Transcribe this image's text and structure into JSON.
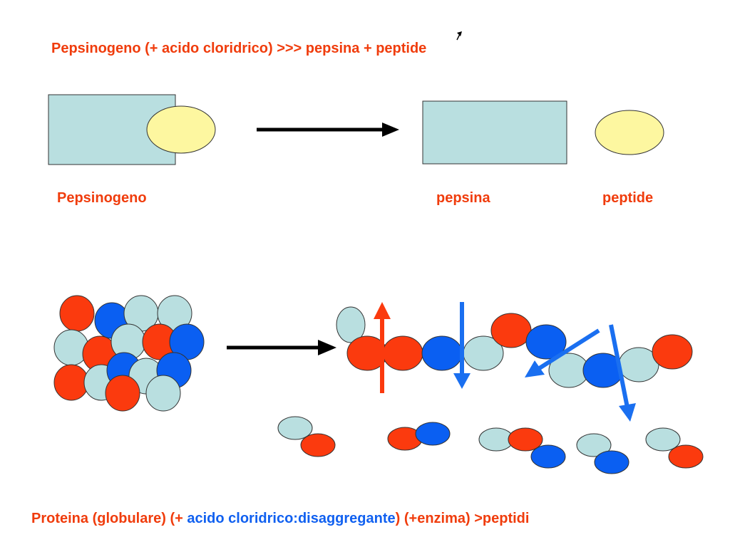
{
  "top_equation": {
    "reactant": "Pepsinogeno",
    "acid_clause": "(+ acido cloridrico)",
    "arrow": ">>>",
    "product_1": "pepsina",
    "plus": "+",
    "product_2": "peptide"
  },
  "labels": {
    "pepsinogeno": "Pepsinogeno",
    "pepsina": "pepsina",
    "peptide": "peptide"
  },
  "bottom_equation": {
    "part_1": "Proteina (globulare) (+ ",
    "part_2_blue": "acido cloridrico:disaggregante",
    "part_3": ") (+enzima) >peptidi"
  },
  "colors": {
    "label_red": "#f03c0c",
    "text_blue": "#1060f0",
    "bead_red": "#fb3a0e",
    "bead_blue": "#0a5ff2",
    "bead_lightblue": "#b9dfe0",
    "pepsin_fill": "#b9dfe0",
    "peptide_fill": "#fdf7a0",
    "arrow_black": "#000000",
    "arrow_red": "#fb3a0e",
    "arrow_blue": "#1a6ff0"
  }
}
